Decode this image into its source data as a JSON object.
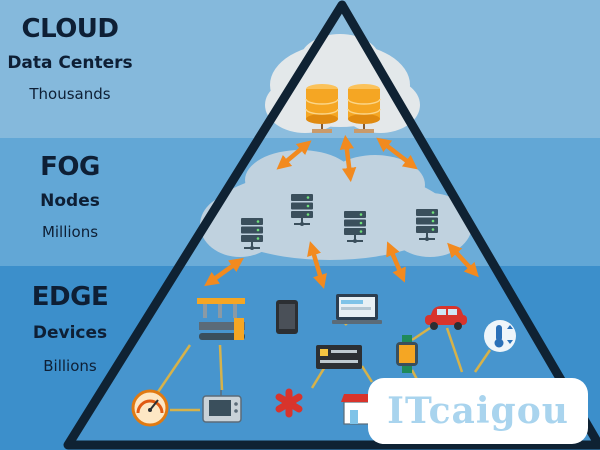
{
  "cloud": {
    "title": "CLOUD",
    "subtitle": "Data Centers",
    "scale": "Thousands"
  },
  "fog": {
    "title": "FOG",
    "subtitle": "Nodes",
    "scale": "Millions"
  },
  "edge": {
    "title": "EDGE",
    "subtitle": "Devices",
    "scale": "Billions"
  },
  "watermark": {
    "text": "ITcaigou"
  },
  "colors": {
    "cloud_band": "#85b9dc",
    "fog_band": "#62a7d6",
    "edge_band": "#3c8fcb",
    "pyramid_outline": "#0f2233",
    "arrow": "#f28a1f",
    "connector": "#d6b24a",
    "database": "#f5a623",
    "server": "#3a4f5c"
  },
  "icons": [
    "database-icon",
    "server-icon",
    "assembly-robot-icon",
    "tablet-icon",
    "laptop-icon",
    "car-icon",
    "thermometer-icon",
    "gauge-icon",
    "game-console-icon",
    "medical-icon",
    "sim-card-icon",
    "smartwatch-icon",
    "shop-icon"
  ]
}
